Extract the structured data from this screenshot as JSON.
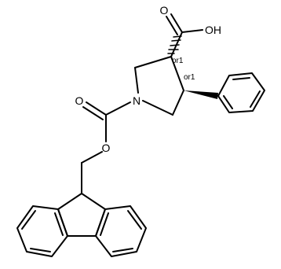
{
  "molecule": {
    "atoms": {
      "o_carbonyl_acid": "O",
      "oh_acid": "OH",
      "n_ring": "N",
      "o_carbonyl_carbamate": "O",
      "o_ester_carbamate": "O"
    },
    "stereo_labels": [
      "or1",
      "or1"
    ]
  },
  "colors": {
    "ink": "#000000",
    "background": "#ffffff"
  }
}
